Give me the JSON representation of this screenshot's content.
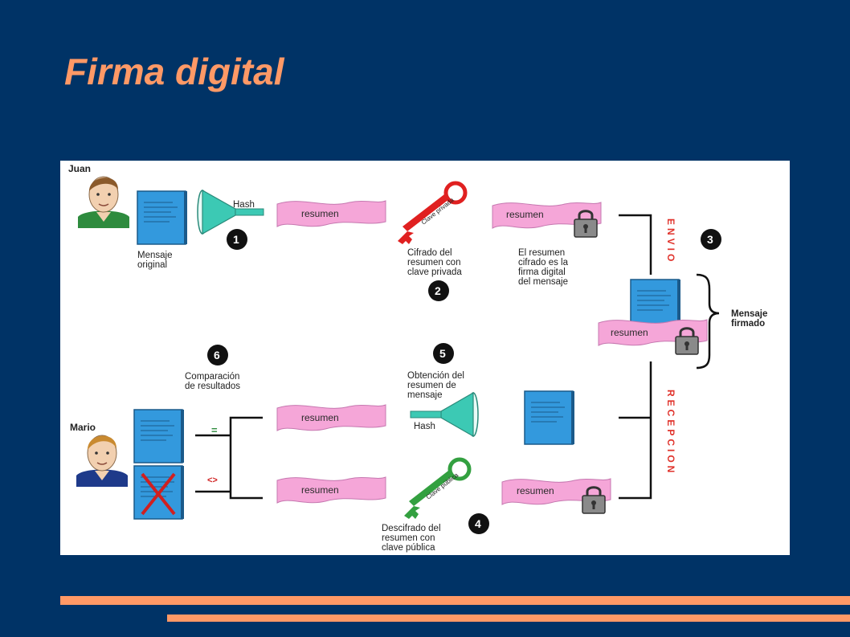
{
  "title": "Firma digital",
  "diagram": {
    "people": {
      "sender": "Juan",
      "receiver": "Mario"
    },
    "resumen_label": "resumen",
    "hash_label": "Hash",
    "private_key_tag": "Clave privada",
    "public_key_tag": "Clave pública",
    "labels": {
      "original_message": [
        "Mensaje",
        "original"
      ],
      "encrypt_summary": [
        "Cifrado del",
        "resumen con",
        "clave privada"
      ],
      "signature_note": [
        "El resumen",
        "cifrado es la",
        "firma digital",
        "del mensaje"
      ],
      "signed_message": [
        "Mensaje",
        "firmado"
      ],
      "compare_results": [
        "Comparación",
        "de resultados"
      ],
      "obtain_summary": [
        "Obtención del",
        "resumen de",
        "mensaje"
      ],
      "decrypt_summary": [
        "Descifrado del",
        "resumen con",
        "clave pública"
      ]
    },
    "vertical": {
      "send": "ENVIO",
      "receive": "RECEPCION"
    },
    "compare": {
      "equal": "=",
      "not_equal": "<>"
    },
    "steps": [
      "1",
      "2",
      "3",
      "4",
      "5",
      "6"
    ],
    "colors": {
      "background": "#003366",
      "title": "#ff9966",
      "document": "#3399dd",
      "resumen": "#f5a6d8",
      "funnel": "#3cc9b4",
      "private_key": "#e02020",
      "public_key": "#33a040",
      "lock": "#8a8a8a",
      "vertical_text": "#e0322b"
    }
  }
}
